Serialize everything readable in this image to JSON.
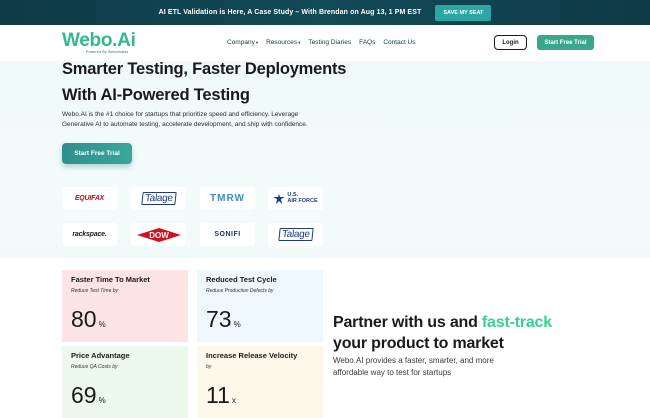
{
  "announcement": {
    "text": "AI ETL Validation is Here, A Case Study – With Brendan on Aug 13, 1 PM EST",
    "button": "SAVE MY SEAT"
  },
  "nav": {
    "logo_word": "Webo.Ai",
    "logo_tag": "Powered By Webomates",
    "menu": [
      {
        "label": "Company",
        "caret": "▾"
      },
      {
        "label": "Resources",
        "caret": "▾"
      },
      {
        "label": "Testing Diaries",
        "caret": ""
      },
      {
        "label": "FAQs",
        "caret": ""
      },
      {
        "label": "Contact Us",
        "caret": ""
      }
    ],
    "login": "Login",
    "trial": "Start Free Trial"
  },
  "hero": {
    "headline_1": "Smarter Testing, Faster Deployments",
    "headline_2": "With AI-Powered Testing",
    "description": "Webo.AI is the #1 choice for startups that prioritize speed and efficiency. Leverage Generative AI to automate testing, accelerate development, and ship with confidence.",
    "cta": "Start Free Trial"
  },
  "client_logos": {
    "equifax": "EQUIFAX",
    "talage": "Talage",
    "tmrw": "TMRW",
    "usaf_line1": "U.S.",
    "usaf_line2": "AIR FORCE",
    "rackspace": "rackspace.",
    "dow": "DOW",
    "sonifi": "SONIFI",
    "talage_2": "Talage"
  },
  "stats": [
    {
      "title": "Faster Time To Market",
      "subtitle": "Reduce Test Time by",
      "value": "80",
      "unit": "%",
      "bg": "#fde4e4"
    },
    {
      "title": "Reduced Test Cycle",
      "subtitle": "Reduce Production Defects by",
      "value": "73",
      "unit": "%",
      "bg": "#eef7fd"
    },
    {
      "title": "Price Advantage",
      "subtitle": "Reduce QA Costs by",
      "value": "69",
      "unit": "%",
      "bg": "#edf9ed"
    },
    {
      "title": "Increase Release Velocity",
      "subtitle": "by",
      "value": "11",
      "unit": "x",
      "bg": "#fdf8ea"
    }
  ],
  "promo": {
    "heading_part1": "Partner with us and ",
    "heading_accent": "fast-track",
    "heading_line2": "your product to market",
    "text": "Webo.AI provides a faster, smarter, and more affordable way to test for startups"
  },
  "colors": {
    "brand_green": "#35b98a",
    "accent_teal": "#3aa68c",
    "announcement_bg": "#0e3a47",
    "promo_accent": "#3bcf8f"
  }
}
